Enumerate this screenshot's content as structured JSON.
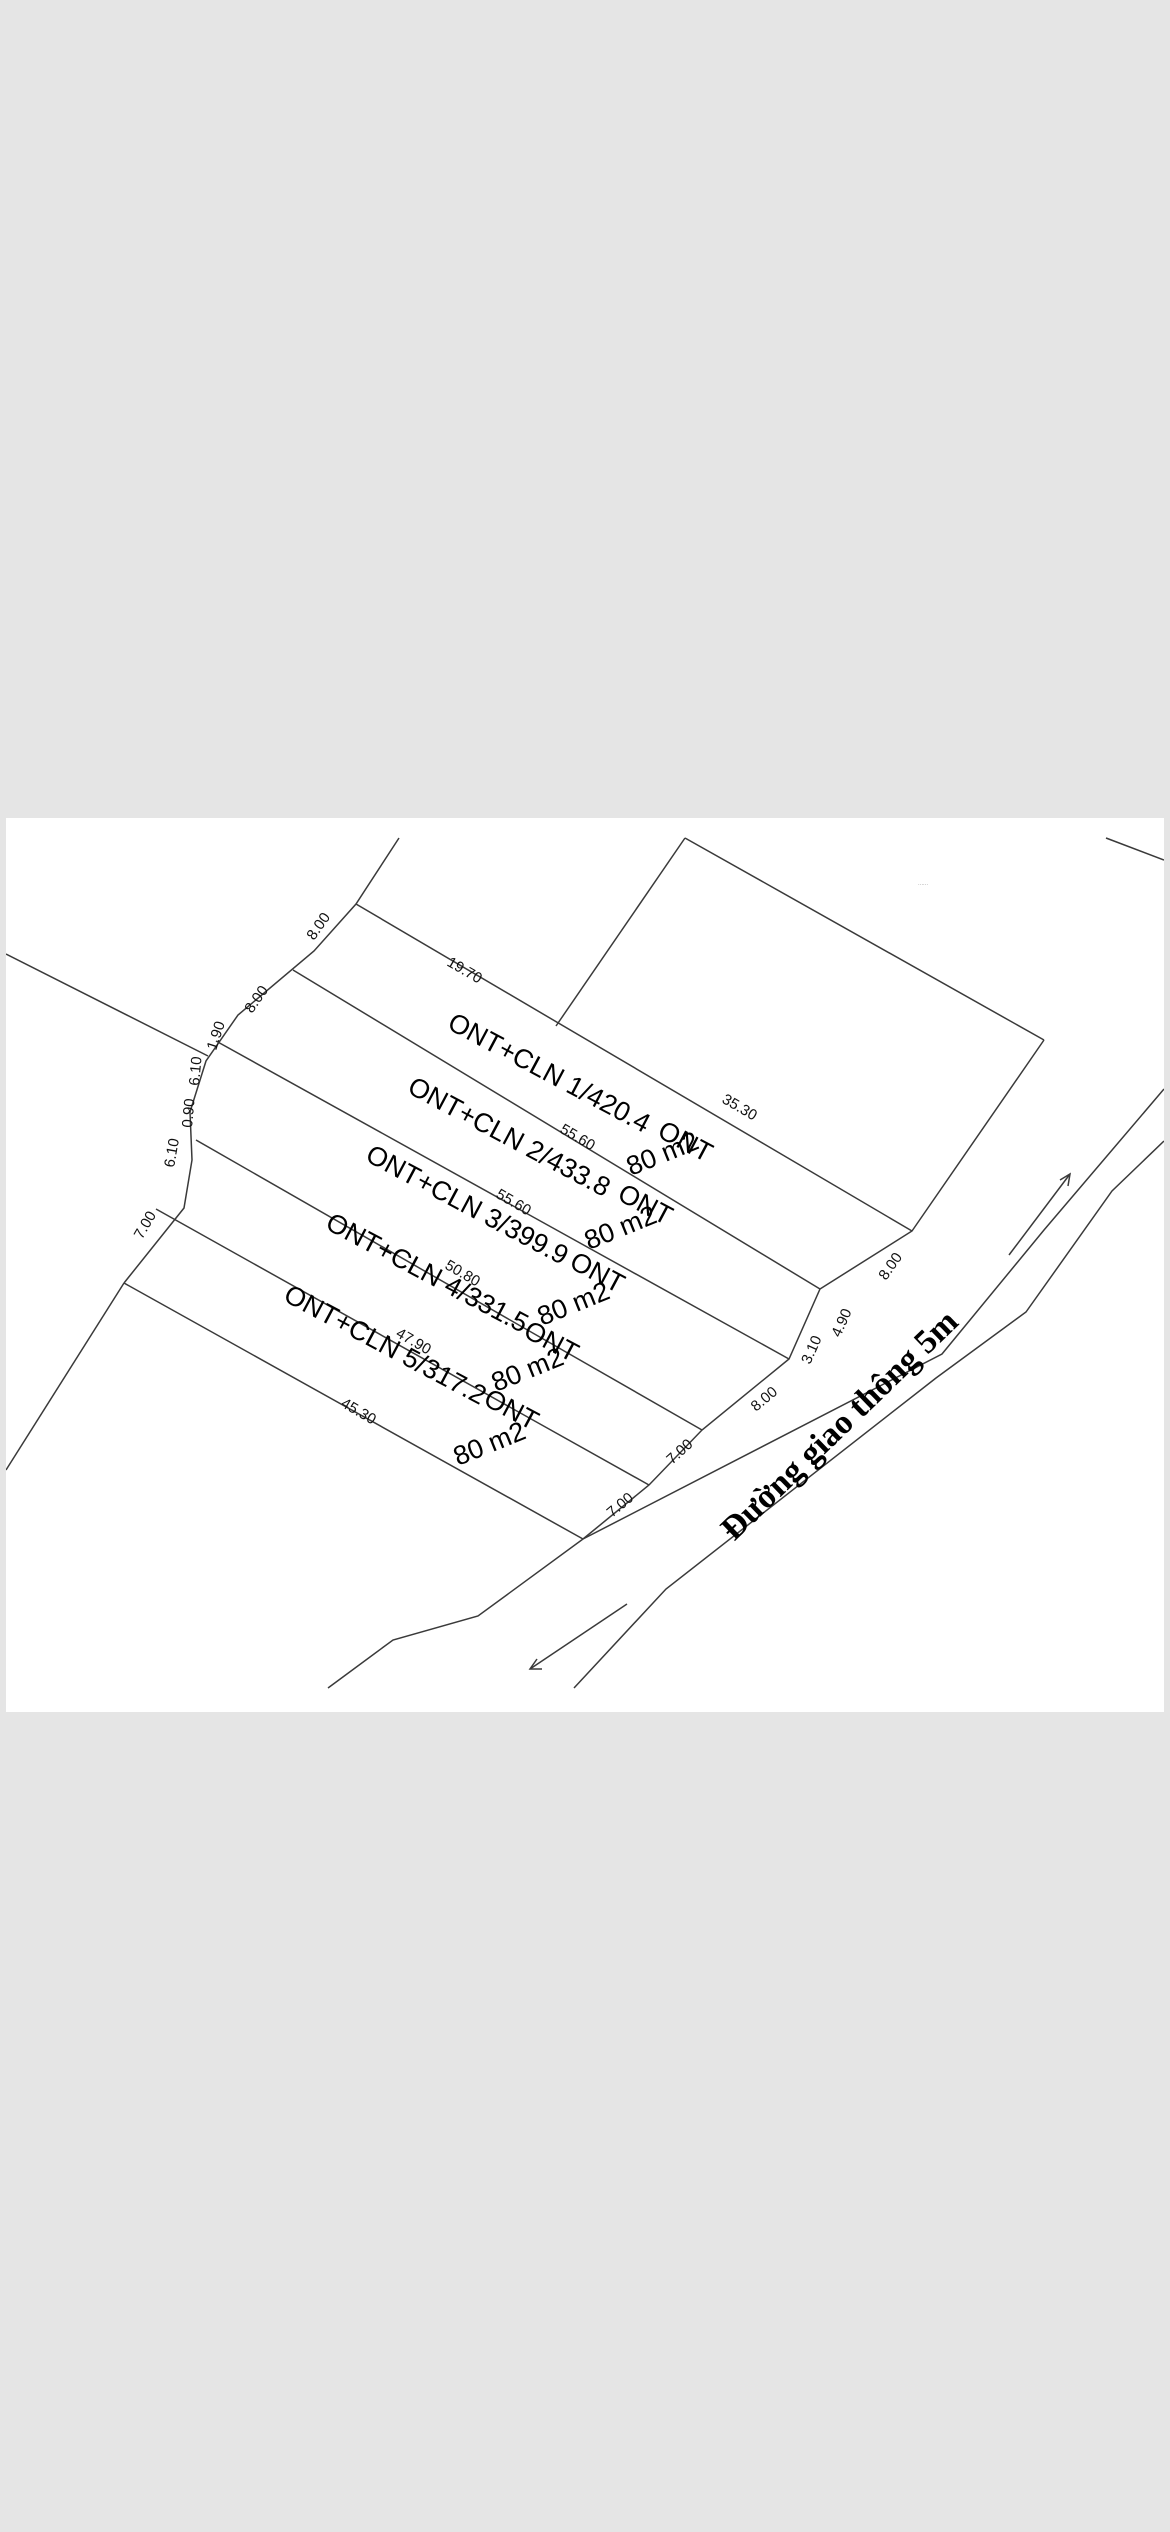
{
  "plan": {
    "road_label": "Đường giao thông 5m",
    "corner_note": "······",
    "lots": [
      {
        "name": "ONT+CLN 1/420.4",
        "use": "ONT",
        "area": "80 m2"
      },
      {
        "name": "ONT+CLN 2/433.8",
        "use": "ONT",
        "area": "80 m2"
      },
      {
        "name": "ONT+CLN 3/399.9",
        "use": "ONT",
        "area": "80 m2"
      },
      {
        "name": "ONT+CLN 4/331.5",
        "use": "ONT",
        "area": "80 m2"
      },
      {
        "name": "ONT+CLN 5/317.2",
        "use": "ONT",
        "area": "80 m2"
      }
    ],
    "dimensions": {
      "top_edge_left": "19.70",
      "top_edge_right": "35.30",
      "lot1_bottom": "55.60",
      "lot2_bottom": "55.60",
      "lot3_bottom": "50.80",
      "lot4_bottom": "47.90",
      "lot5_bottom": "45.30",
      "left_top": "8.00",
      "left_second": "8.00",
      "left_a": "1.90",
      "left_b": "6.10",
      "left_c": "0.90",
      "left_d": "6.10",
      "left_bottom": "7.00",
      "front_lot1": "8.00",
      "front_a": "4.90",
      "front_b": "3.10",
      "front_lot3": "8.00",
      "front_lot4": "7.00",
      "front_lot5": "7.00"
    }
  }
}
